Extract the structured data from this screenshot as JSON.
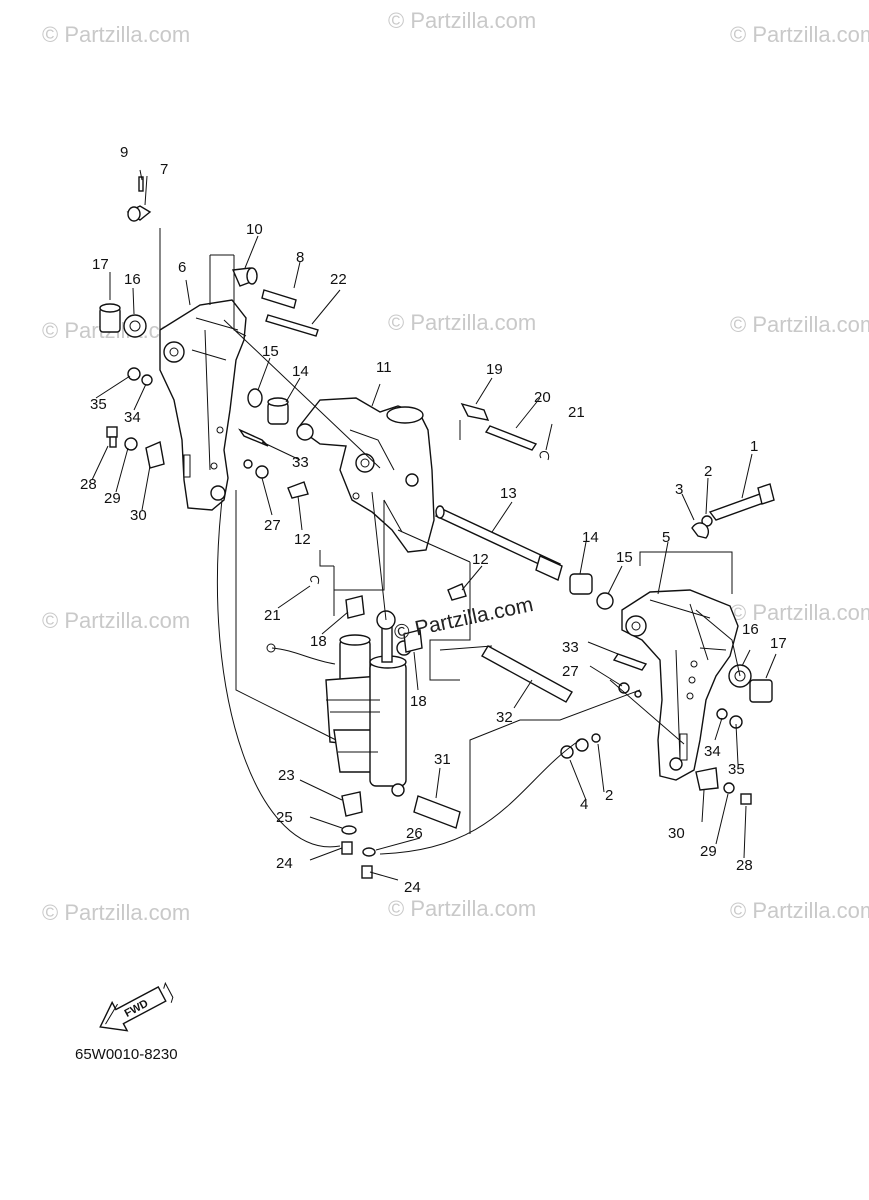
{
  "watermark": "© Partzilla.com",
  "center_watermark": "© Partzilla.com",
  "callouts": [
    "1",
    "2",
    "2",
    "3",
    "4",
    "5",
    "6",
    "7",
    "8",
    "9",
    "10",
    "11",
    "12",
    "12",
    "13",
    "14",
    "14",
    "15",
    "15",
    "16",
    "16",
    "17",
    "17",
    "18",
    "18",
    "19",
    "20",
    "21",
    "21",
    "22",
    "23",
    "24",
    "24",
    "25",
    "26",
    "27",
    "27",
    "28",
    "28",
    "29",
    "29",
    "30",
    "30",
    "31",
    "32",
    "33",
    "33",
    "34",
    "34",
    "35",
    "35"
  ],
  "fwd_label": "FWD",
  "diagram_code": "65W0010-8230"
}
